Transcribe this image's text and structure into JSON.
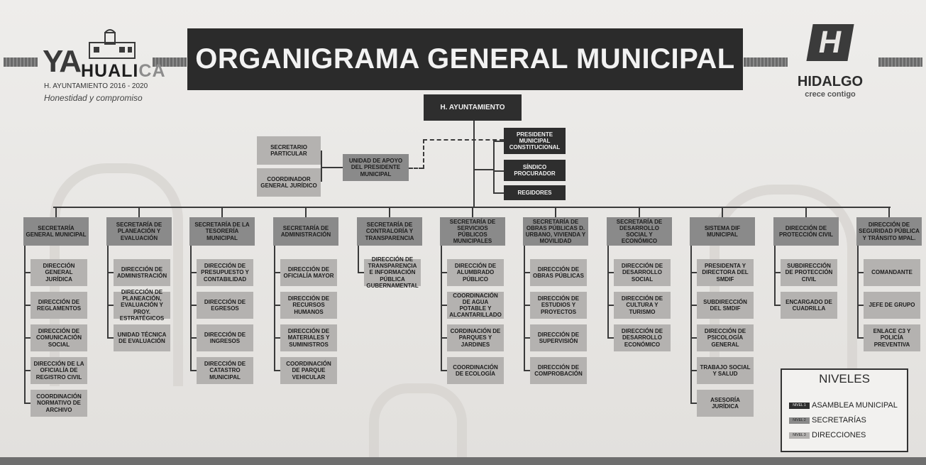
{
  "logo": {
    "big": "YA",
    "name_main": "HUALI",
    "name_end": "CA",
    "period": "H. AYUNTAMIENTO 2016 - 2020",
    "slogan": "Honestidad y compromiso"
  },
  "title": "ORGANIGRAMA GENERAL MUNICIPAL",
  "state_logo": {
    "mark": "H",
    "name": "HIDALGO",
    "tagline": "crece contigo"
  },
  "top": {
    "ayuntamiento": "H. AYUNTAMIENTO",
    "presidente": "PRESIDENTE MUNICIPAL CONSTITUCIONAL",
    "sindico": "SÍNDICO PROCURADOR",
    "regidores": "REGIDORES",
    "unidad_apoyo": "UNIDAD DE APOYO DEL PRESIDENTE MUNICIPAL",
    "secretario_particular": "SECRETARIO PARTICULAR",
    "coordinador_juridico": "COORDINADOR GENERAL JURÍDICO"
  },
  "departments": [
    {
      "head": "SECRETARÍA GENERAL MUNICIPAL",
      "items": [
        "DIRECCIÓN GENERAL JURÍDICA",
        "DIRECCIÓN DE REGLAMENTOS",
        "DIRECCIÓN DE COMUNICACIÓN SOCIAL",
        "DIRECCIÓN DE LA OFICIALÍA DE REGISTRO CIVIL",
        "COORDINACIÓN NORMATIVO DE ARCHIVO"
      ]
    },
    {
      "head": "SECRETARÍA DE PLANEACIÓN Y EVALUACIÓN",
      "items": [
        "DIRECCIÓN DE ADMINISTRACIÓN",
        "DIRECCIÓN DE PLANEACIÓN, EVALUACIÓN Y PROY. ESTRATÉGICOS",
        "UNIDAD TÉCNICA DE EVALUACIÓN"
      ]
    },
    {
      "head": "SECRETARÍA DE LA TESORERÍA MUNICIPAL",
      "items": [
        "DIRECCIÓN DE PRESUPUESTO Y CONTABILIDAD",
        "DIRECCIÓN DE EGRESOS",
        "DIRECCIÓN DE INGRESOS",
        "DIRECCIÓN DE CATASTRO MUNICIPAL"
      ]
    },
    {
      "head": "SECRETARÍA DE ADMINISTRACIÓN",
      "items": [
        "DIRECCIÓN DE OFICIALÍA MAYOR",
        "DIRECCIÓN DE RECURSOS HUMANOS",
        "DIRECCIÓN DE MATERIALES Y SUMINISTROS",
        "COORDINACIÓN DE PARQUE VEHICULAR"
      ]
    },
    {
      "head": "SECRETARÍA DE CONTRALORÍA Y TRANSPARENCIA",
      "items": [
        "DIRECCIÓN DE TRANSPARENCIA E INFORMACIÓN PÚBLICA GUBERNAMENTAL"
      ]
    },
    {
      "head": "SECRETARÍA DE SERVICIOS PÚBLICOS MUNICIPALES",
      "items": [
        "DIRECCIÓN DE ALUMBRADO PÚBLICO",
        "COORDINACIÓN DE AGUA POTABLE Y ALCANTARILLADO",
        "CORDINACIÓN DE PARQUES Y JARDINES",
        "COORDINACIÓN DE ECOLOGÍA"
      ]
    },
    {
      "head": "SECRETARÍA DE OBRAS PÚBLICAS D. URBANO, VIVIENDA Y MOVILIDAD",
      "items": [
        "DIRECCIÓN DE OBRAS PÚBLICAS",
        "DIRECCIÓN DE ESTUDIOS Y PROYECTOS",
        "DIRECCIÓN DE SUPERVISIÓN",
        "DIRECCIÓN DE COMPROBACIÓN"
      ]
    },
    {
      "head": "SECRETARÍA DE DESARROLLO SOCIAL Y ECONÓMICO",
      "items": [
        "DIRECCIÓN DE DESARROLLO SOCIAL",
        "DIRECCIÓN DE CULTURA Y TURISMO",
        "DIRECCIÓN DE DESARROLLO ECONÓMICO"
      ]
    },
    {
      "head": "SISTEMA DIF MUNICIPAL",
      "items": [
        "PRESIDENTA Y DIRECTORA DEL SMDIF",
        "SUBDIRECCIÓN DEL SMDIF",
        "DIRECCIÓN DE PSICOLOGÍA GENERAL",
        "TRABAJO SOCIAL Y SALUD",
        "ASESORÍA JURÍDICA"
      ]
    },
    {
      "head": "DIRECCIÓN DE PROTECCIÓN CIVIL",
      "items": [
        "SUBDIRECCIÓN DE PROTECCIÓN CIVIL",
        "ENCARGADO DE CUADRILLA"
      ]
    },
    {
      "head": "DIRECCIÓN DE SEGURIDAD PÚBLICA Y TRÁNSITO MPAL.",
      "items": [
        "COMANDANTE",
        "JEFE DE GRUPO",
        "ENLACE C3 Y POLICÍA PREVENTIVA"
      ]
    }
  ],
  "legend": {
    "title": "NIVELES",
    "levels": [
      {
        "chip": "NIVEL 1",
        "label": "ASAMBLEA MUNICIPAL"
      },
      {
        "chip": "NIVEL 2",
        "label": "SECRETARÍAS"
      },
      {
        "chip": "NIVEL 3",
        "label": "DIRECCIONES"
      }
    ]
  },
  "colors": {
    "level1": "#2e2e2e",
    "level2": "#8a8a8a",
    "level3": "#b4b2b0"
  }
}
